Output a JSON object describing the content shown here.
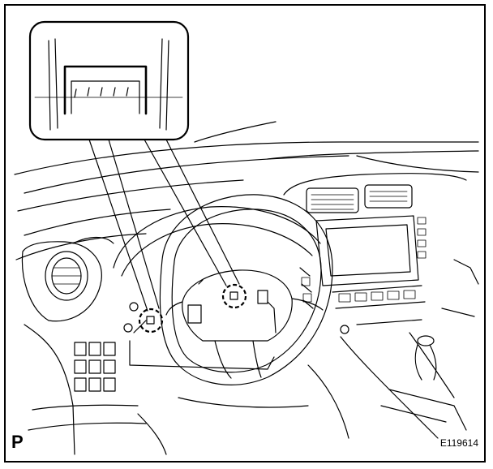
{
  "figure": {
    "corner_letter": "P",
    "figure_code": "E119614"
  },
  "callouts": [
    {
      "id": "left-clip",
      "shape": "dashed-circle"
    },
    {
      "id": "right-clip",
      "shape": "dashed-circle"
    }
  ],
  "inset": {
    "content": "clip-detail-magnified"
  },
  "colors": {
    "line": "#000000",
    "background": "#ffffff"
  }
}
